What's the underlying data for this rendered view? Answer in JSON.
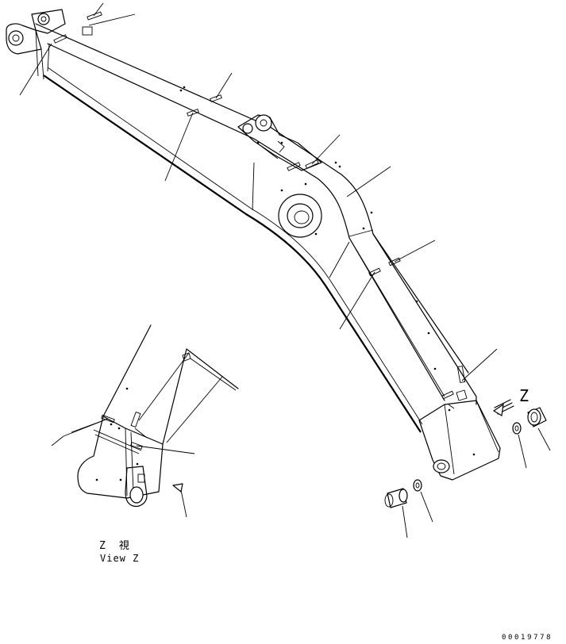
{
  "view_label": {
    "jp": "Z　視",
    "en": "View Z"
  },
  "arrow_letter": "Z",
  "drawing_number": "00019778",
  "colors": {
    "line": "#000000",
    "background": "#ffffff"
  }
}
